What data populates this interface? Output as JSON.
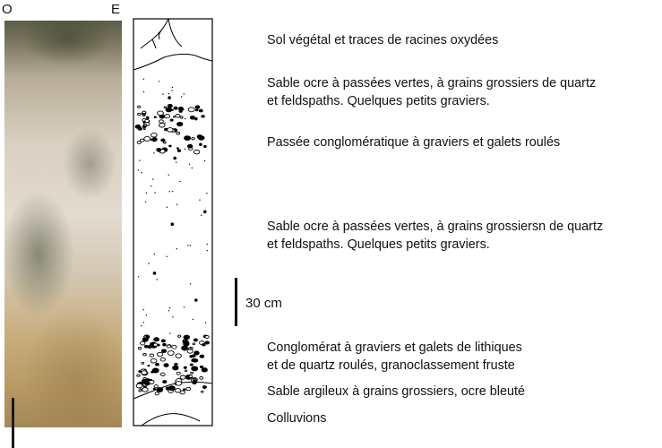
{
  "orientation": {
    "west": "O",
    "east": "E"
  },
  "scale": {
    "label": "30 cm"
  },
  "layers": [
    {
      "lines": [
        "Sol végétal et traces de racines oxydées"
      ]
    },
    {
      "lines": [
        "Sable ocre à passées vertes, à grains grossiers de quartz",
        " et feldspaths. Quelques petits graviers."
      ]
    },
    {
      "lines": [
        "Passée conglomératique à graviers et galets roulés"
      ]
    },
    {
      "lines": [
        "Sable ocre à passées vertes, à grains grossiersn de quartz",
        " et feldspaths. Quelques petits graviers."
      ]
    },
    {
      "lines": [
        "Conglomérat à graviers et galets de lithiques",
        "et de quartz roulés, granoclassement fruste"
      ]
    },
    {
      "lines": [
        "Sable argileux à grains grossiers, ocre bleuté"
      ]
    },
    {
      "lines": [
        "Colluvions"
      ]
    }
  ]
}
